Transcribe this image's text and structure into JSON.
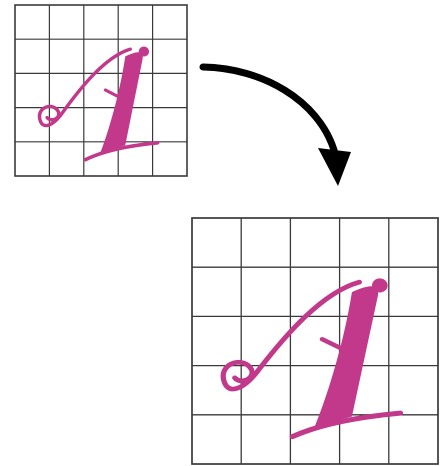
{
  "figure": {
    "letter": "A",
    "letter_color": "#c2388a",
    "grid_color": "#3a3a3a",
    "arrow_color": "#000000",
    "grid_rows": 5,
    "grid_cols": 5
  },
  "small_grid": {
    "label": ""
  },
  "large_grid": {
    "label": ""
  }
}
